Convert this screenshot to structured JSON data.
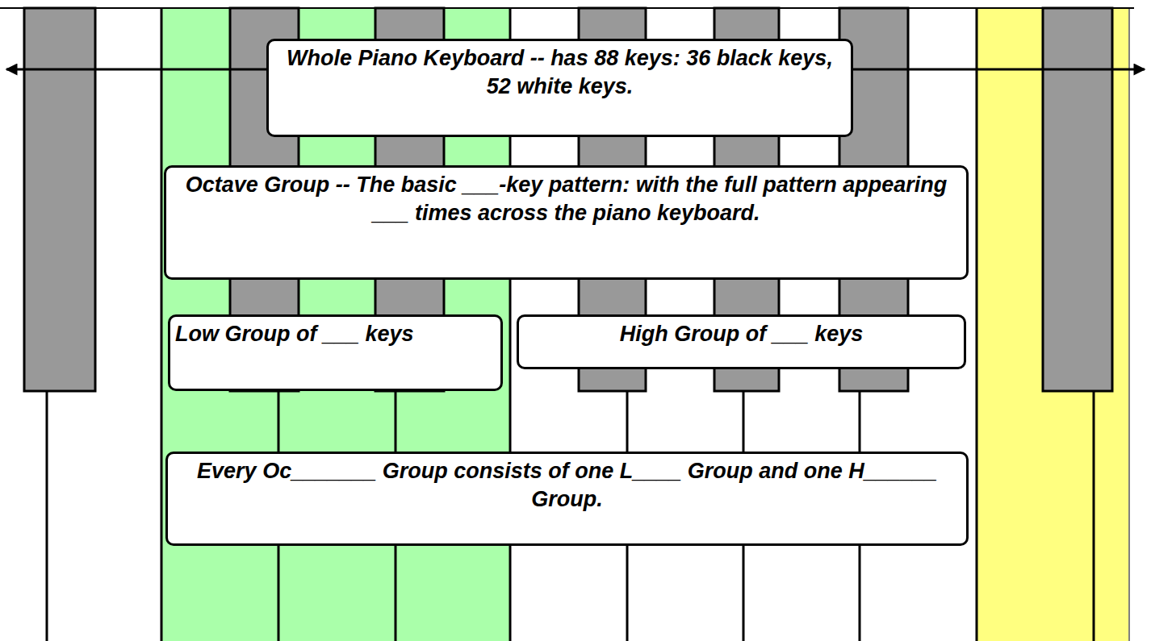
{
  "diagram": {
    "nodes": [
      {
        "text": [
          "Whole Piano Keyboard -- has 88 keys: 36 black keys, 52 white keys."
        ]
      },
      {
        "text": [
          "Octave Group -- The basic ___-key pattern: with the full pattern appearing ___ times across the piano keyboard."
        ]
      },
      {
        "text": [
          "Low Group of ___ keys"
        ]
      },
      {
        "text": [
          "High Group of ___ keys"
        ]
      },
      {
        "text": [
          "Every Oc_______ Group consists of one L____ Group and one H______ Group."
        ]
      }
    ]
  }
}
